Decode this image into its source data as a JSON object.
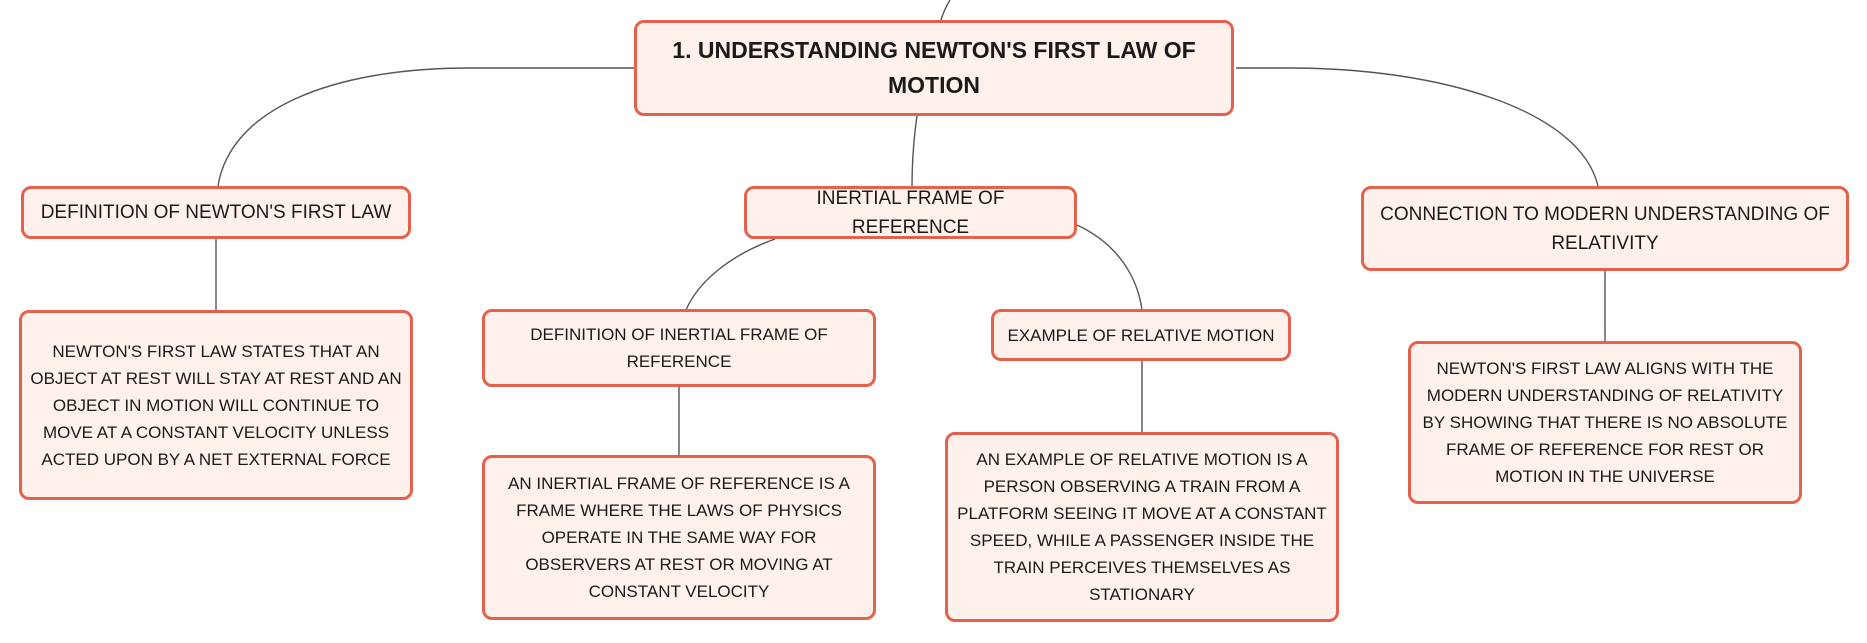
{
  "colors": {
    "node_fill": "#fef1ec",
    "node_border": "#e4614d",
    "connector": "#555555",
    "text": "#1a1a1a"
  },
  "nodes": {
    "root": {
      "text": "1. UNDERSTANDING NEWTON'S FIRST LAW OF MOTION"
    },
    "definition_first_law": {
      "text": "DEFINITION OF NEWTON'S FIRST LAW"
    },
    "definition_first_law_detail": {
      "text": "NEWTON'S FIRST LAW STATES THAT AN OBJECT AT REST WILL STAY AT REST AND AN OBJECT IN MOTION WILL CONTINUE TO MOVE AT A CONSTANT VELOCITY UNLESS ACTED UPON BY A NET EXTERNAL FORCE"
    },
    "inertial_frame": {
      "text": "INERTIAL FRAME OF REFERENCE"
    },
    "definition_inertial_frame": {
      "text": "DEFINITION OF INERTIAL FRAME OF REFERENCE"
    },
    "definition_inertial_frame_detail": {
      "text": "AN INERTIAL FRAME OF REFERENCE IS A FRAME WHERE THE LAWS OF PHYSICS OPERATE IN THE SAME WAY FOR OBSERVERS AT REST OR MOVING AT CONSTANT VELOCITY"
    },
    "example_relative_motion": {
      "text": "EXAMPLE OF RELATIVE MOTION"
    },
    "example_relative_motion_detail": {
      "text": "AN EXAMPLE OF RELATIVE MOTION IS A PERSON OBSERVING A TRAIN FROM A PLATFORM SEEING IT MOVE AT A CONSTANT SPEED, WHILE A PASSENGER INSIDE THE TRAIN PERCEIVES THEMSELVES AS STATIONARY"
    },
    "connection_relativity": {
      "text": "CONNECTION TO MODERN UNDERSTANDING OF RELATIVITY"
    },
    "connection_relativity_detail": {
      "text": "NEWTON'S FIRST LAW ALIGNS WITH THE MODERN UNDERSTANDING OF RELATIVITY BY SHOWING THAT THERE IS NO ABSOLUTE FRAME OF REFERENCE FOR REST OR MOTION IN THE UNIVERSE"
    }
  }
}
